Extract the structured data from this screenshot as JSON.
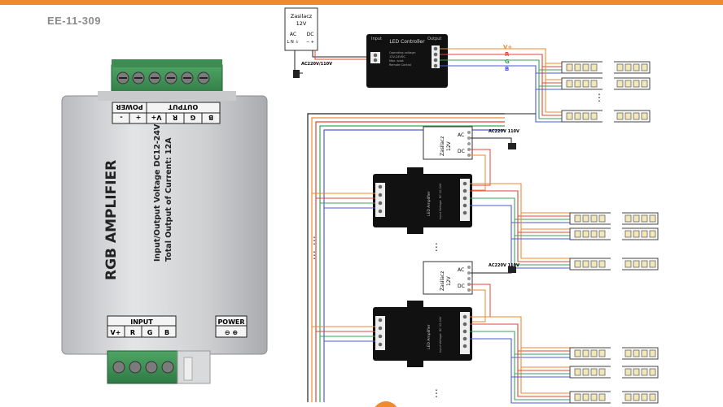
{
  "product_code": "EE-11-309",
  "amplifier_photo": {
    "title": "RGB AMPLIFIER",
    "spec_voltage": "Input/Output Voltage  DC12-24V",
    "spec_current": "Total Output of Current: 12A",
    "output_header": "OUTPUT",
    "output_pins": [
      "B",
      "G",
      "R",
      "V+"
    ],
    "power_header": "POWER",
    "power_pins": [
      "+",
      "-"
    ],
    "input_header": "INPUT",
    "input_pins": [
      "V+",
      "R",
      "G",
      "B"
    ],
    "power_bottom_header": "POWER",
    "power_bottom_pins": "⊖ ⊕"
  },
  "wiring": {
    "psu_label": "Zasilacz",
    "psu_voltage": "12V",
    "psu_ac": "AC",
    "psu_dc": "DC",
    "psu_pins_ac": "L N ⏚",
    "psu_pins_dc": "− +",
    "mains_label": "AC220V/110V",
    "mains_label_short": "AC220V 110V",
    "controller_title": "LED Controller",
    "controller_input": "Input",
    "controller_output": "Output",
    "controller_spec": [
      "Operating voltage:",
      "12V-24VDC",
      "Max. load:",
      "Remote Control"
    ],
    "channels": [
      "V+",
      "R",
      "G",
      "B"
    ],
    "amplifier_label": "LED Amplifier",
    "amplifier_spec": "Input Voltage: DC 12-24V",
    "ellipsis": "⋮"
  },
  "colors": {
    "accent": "#f08a2c",
    "wire_vplus": "#f08a2c",
    "wire_r": "#e0443a",
    "wire_g": "#3aa35a",
    "wire_b": "#4a5ad8",
    "wire_black": "#222222",
    "device_body": "#111111"
  }
}
